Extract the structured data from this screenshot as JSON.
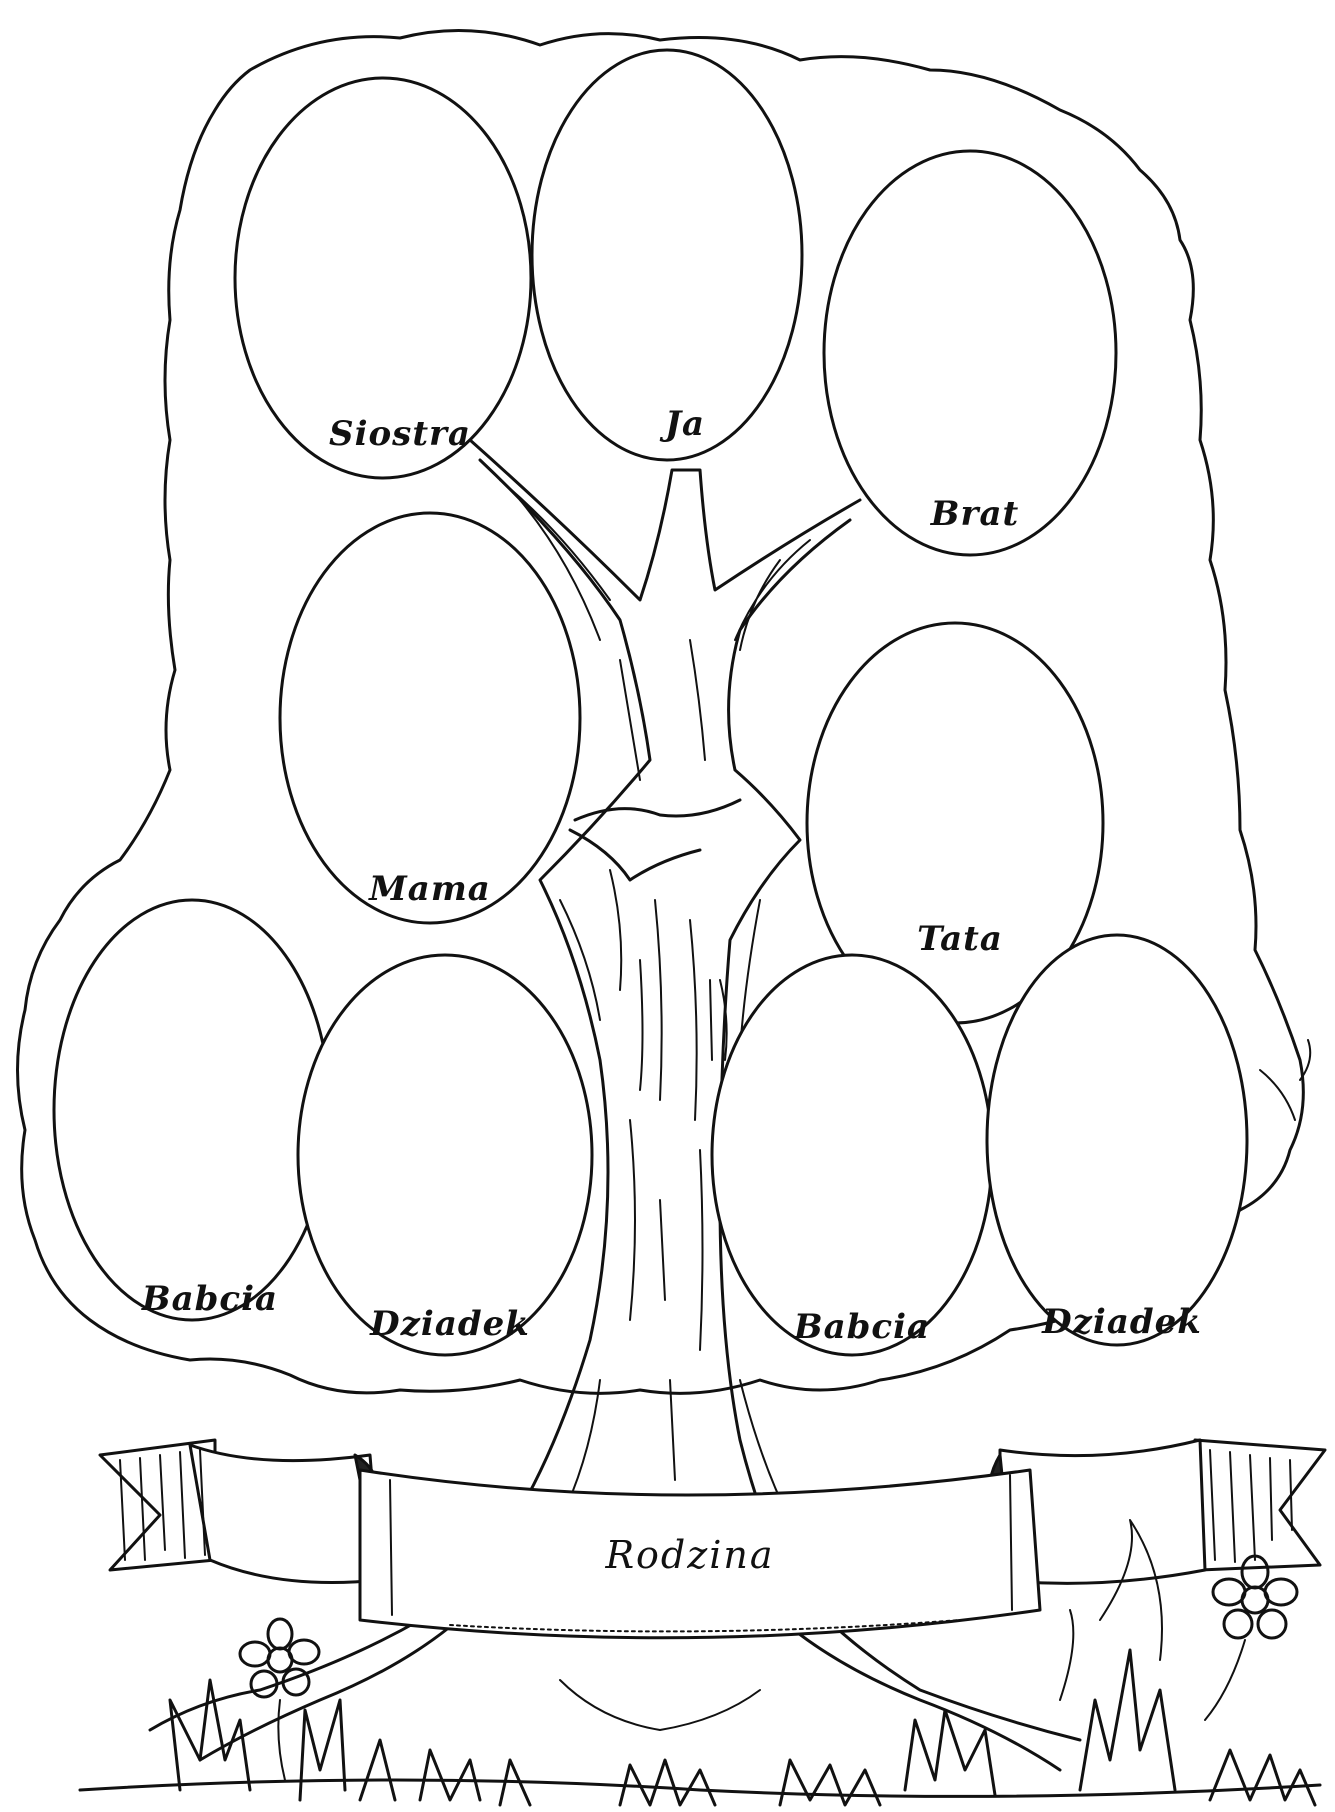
{
  "tree": {
    "title": "Rodzina",
    "members": {
      "siostra": "Siostra",
      "ja": "Ja",
      "brat": "Brat",
      "mama": "Mama",
      "tata": "Tata",
      "babcia_left": "Babcia",
      "dziadek_left": "Dziadek",
      "babcia_right": "Babcia",
      "dziadek_right": "Dziadek"
    }
  },
  "colors": {
    "ink": "#111111",
    "paper": "#ffffff"
  }
}
